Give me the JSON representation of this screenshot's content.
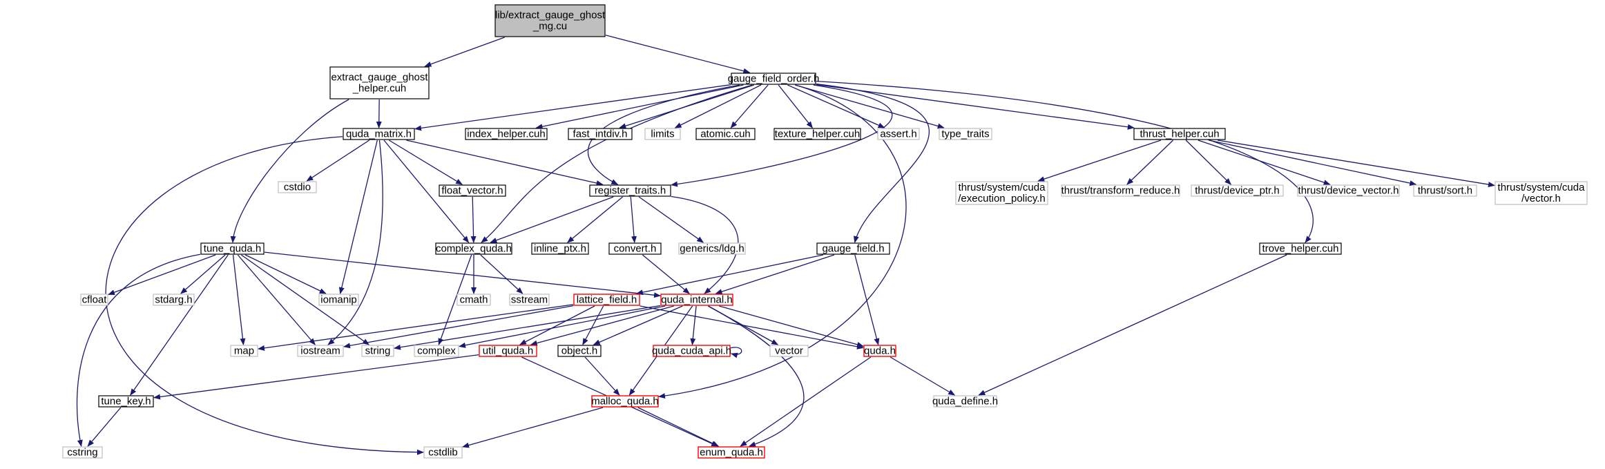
{
  "graph": {
    "nodes": [
      {
        "id": "root",
        "lines": [
          "lib/extract_gauge_ghost",
          "_mg.cu"
        ],
        "style": "root"
      },
      {
        "id": "egh",
        "lines": [
          "extract_gauge_ghost",
          "_helper.cuh"
        ],
        "style": "normal"
      },
      {
        "id": "gfo",
        "lines": [
          "gauge_field_order.h"
        ],
        "style": "normal"
      },
      {
        "id": "qm",
        "lines": [
          "quda_matrix.h"
        ],
        "style": "normal"
      },
      {
        "id": "ih",
        "lines": [
          "index_helper.cuh"
        ],
        "style": "normal"
      },
      {
        "id": "fi",
        "lines": [
          "fast_intdiv.h"
        ],
        "style": "normal"
      },
      {
        "id": "limits",
        "lines": [
          "limits"
        ],
        "style": "system"
      },
      {
        "id": "atomic",
        "lines": [
          "atomic.cuh"
        ],
        "style": "normal"
      },
      {
        "id": "texh",
        "lines": [
          "texture_helper.cuh"
        ],
        "style": "normal"
      },
      {
        "id": "assert",
        "lines": [
          "assert.h"
        ],
        "style": "system"
      },
      {
        "id": "typetraits",
        "lines": [
          "type_traits"
        ],
        "style": "system"
      },
      {
        "id": "thrusth",
        "lines": [
          "thrust_helper.cuh"
        ],
        "style": "normal"
      },
      {
        "id": "cstdio",
        "lines": [
          "cstdio"
        ],
        "style": "system"
      },
      {
        "id": "fv",
        "lines": [
          "float_vector.h"
        ],
        "style": "normal"
      },
      {
        "id": "rt",
        "lines": [
          "register_traits.h"
        ],
        "style": "normal"
      },
      {
        "id": "tep",
        "lines": [
          "thrust/system/cuda",
          "/execution_policy.h"
        ],
        "style": "system"
      },
      {
        "id": "ttr",
        "lines": [
          "thrust/transform_reduce.h"
        ],
        "style": "system"
      },
      {
        "id": "tdp",
        "lines": [
          "thrust/device_ptr.h"
        ],
        "style": "system"
      },
      {
        "id": "tdv",
        "lines": [
          "thrust/device_vector.h"
        ],
        "style": "system"
      },
      {
        "id": "tsort",
        "lines": [
          "thrust/sort.h"
        ],
        "style": "system"
      },
      {
        "id": "tvec",
        "lines": [
          "thrust/system/cuda",
          "/vector.h"
        ],
        "style": "system"
      },
      {
        "id": "tq",
        "lines": [
          "tune_quda.h"
        ],
        "style": "normal"
      },
      {
        "id": "cq",
        "lines": [
          "complex_quda.h"
        ],
        "style": "normal"
      },
      {
        "id": "iptx",
        "lines": [
          "inline_ptx.h"
        ],
        "style": "normal"
      },
      {
        "id": "conv",
        "lines": [
          "convert.h"
        ],
        "style": "normal"
      },
      {
        "id": "ldg",
        "lines": [
          "generics/ldg.h"
        ],
        "style": "system"
      },
      {
        "id": "gf",
        "lines": [
          "gauge_field.h"
        ],
        "style": "normal"
      },
      {
        "id": "trove",
        "lines": [
          "trove_helper.cuh"
        ],
        "style": "normal"
      },
      {
        "id": "cfloat",
        "lines": [
          "cfloat"
        ],
        "style": "system"
      },
      {
        "id": "stdarg",
        "lines": [
          "stdarg.h"
        ],
        "style": "system"
      },
      {
        "id": "iomanip",
        "lines": [
          "iomanip"
        ],
        "style": "system"
      },
      {
        "id": "cmath",
        "lines": [
          "cmath"
        ],
        "style": "system"
      },
      {
        "id": "sstream",
        "lines": [
          "sstream"
        ],
        "style": "system"
      },
      {
        "id": "lf",
        "lines": [
          "lattice_field.h"
        ],
        "style": "red"
      },
      {
        "id": "qi",
        "lines": [
          "quda_internal.h"
        ],
        "style": "red"
      },
      {
        "id": "map",
        "lines": [
          "map"
        ],
        "style": "system"
      },
      {
        "id": "iostream",
        "lines": [
          "iostream"
        ],
        "style": "system"
      },
      {
        "id": "string",
        "lines": [
          "string"
        ],
        "style": "system"
      },
      {
        "id": "complex",
        "lines": [
          "complex"
        ],
        "style": "system"
      },
      {
        "id": "uq",
        "lines": [
          "util_quda.h"
        ],
        "style": "red"
      },
      {
        "id": "obj",
        "lines": [
          "object.h"
        ],
        "style": "normal"
      },
      {
        "id": "qca",
        "lines": [
          "quda_cuda_api.h"
        ],
        "style": "red"
      },
      {
        "id": "vector",
        "lines": [
          "vector"
        ],
        "style": "system"
      },
      {
        "id": "quda",
        "lines": [
          "quda.h"
        ],
        "style": "red"
      },
      {
        "id": "tk",
        "lines": [
          "tune_key.h"
        ],
        "style": "normal"
      },
      {
        "id": "qd",
        "lines": [
          "quda_define.h"
        ],
        "style": "system"
      },
      {
        "id": "mq",
        "lines": [
          "malloc_quda.h"
        ],
        "style": "red"
      },
      {
        "id": "cstring",
        "lines": [
          "cstring"
        ],
        "style": "system"
      },
      {
        "id": "cstdlib",
        "lines": [
          "cstdlib"
        ],
        "style": "system"
      },
      {
        "id": "eq",
        "lines": [
          "enum_quda.h"
        ],
        "style": "red"
      }
    ],
    "colors": {
      "edge": "#191970",
      "normal_border": "#000000",
      "system_border": "#bfbfbf",
      "red_border": "#ff0000",
      "root_fill": "#bfbfbf",
      "text": "#000000"
    }
  }
}
